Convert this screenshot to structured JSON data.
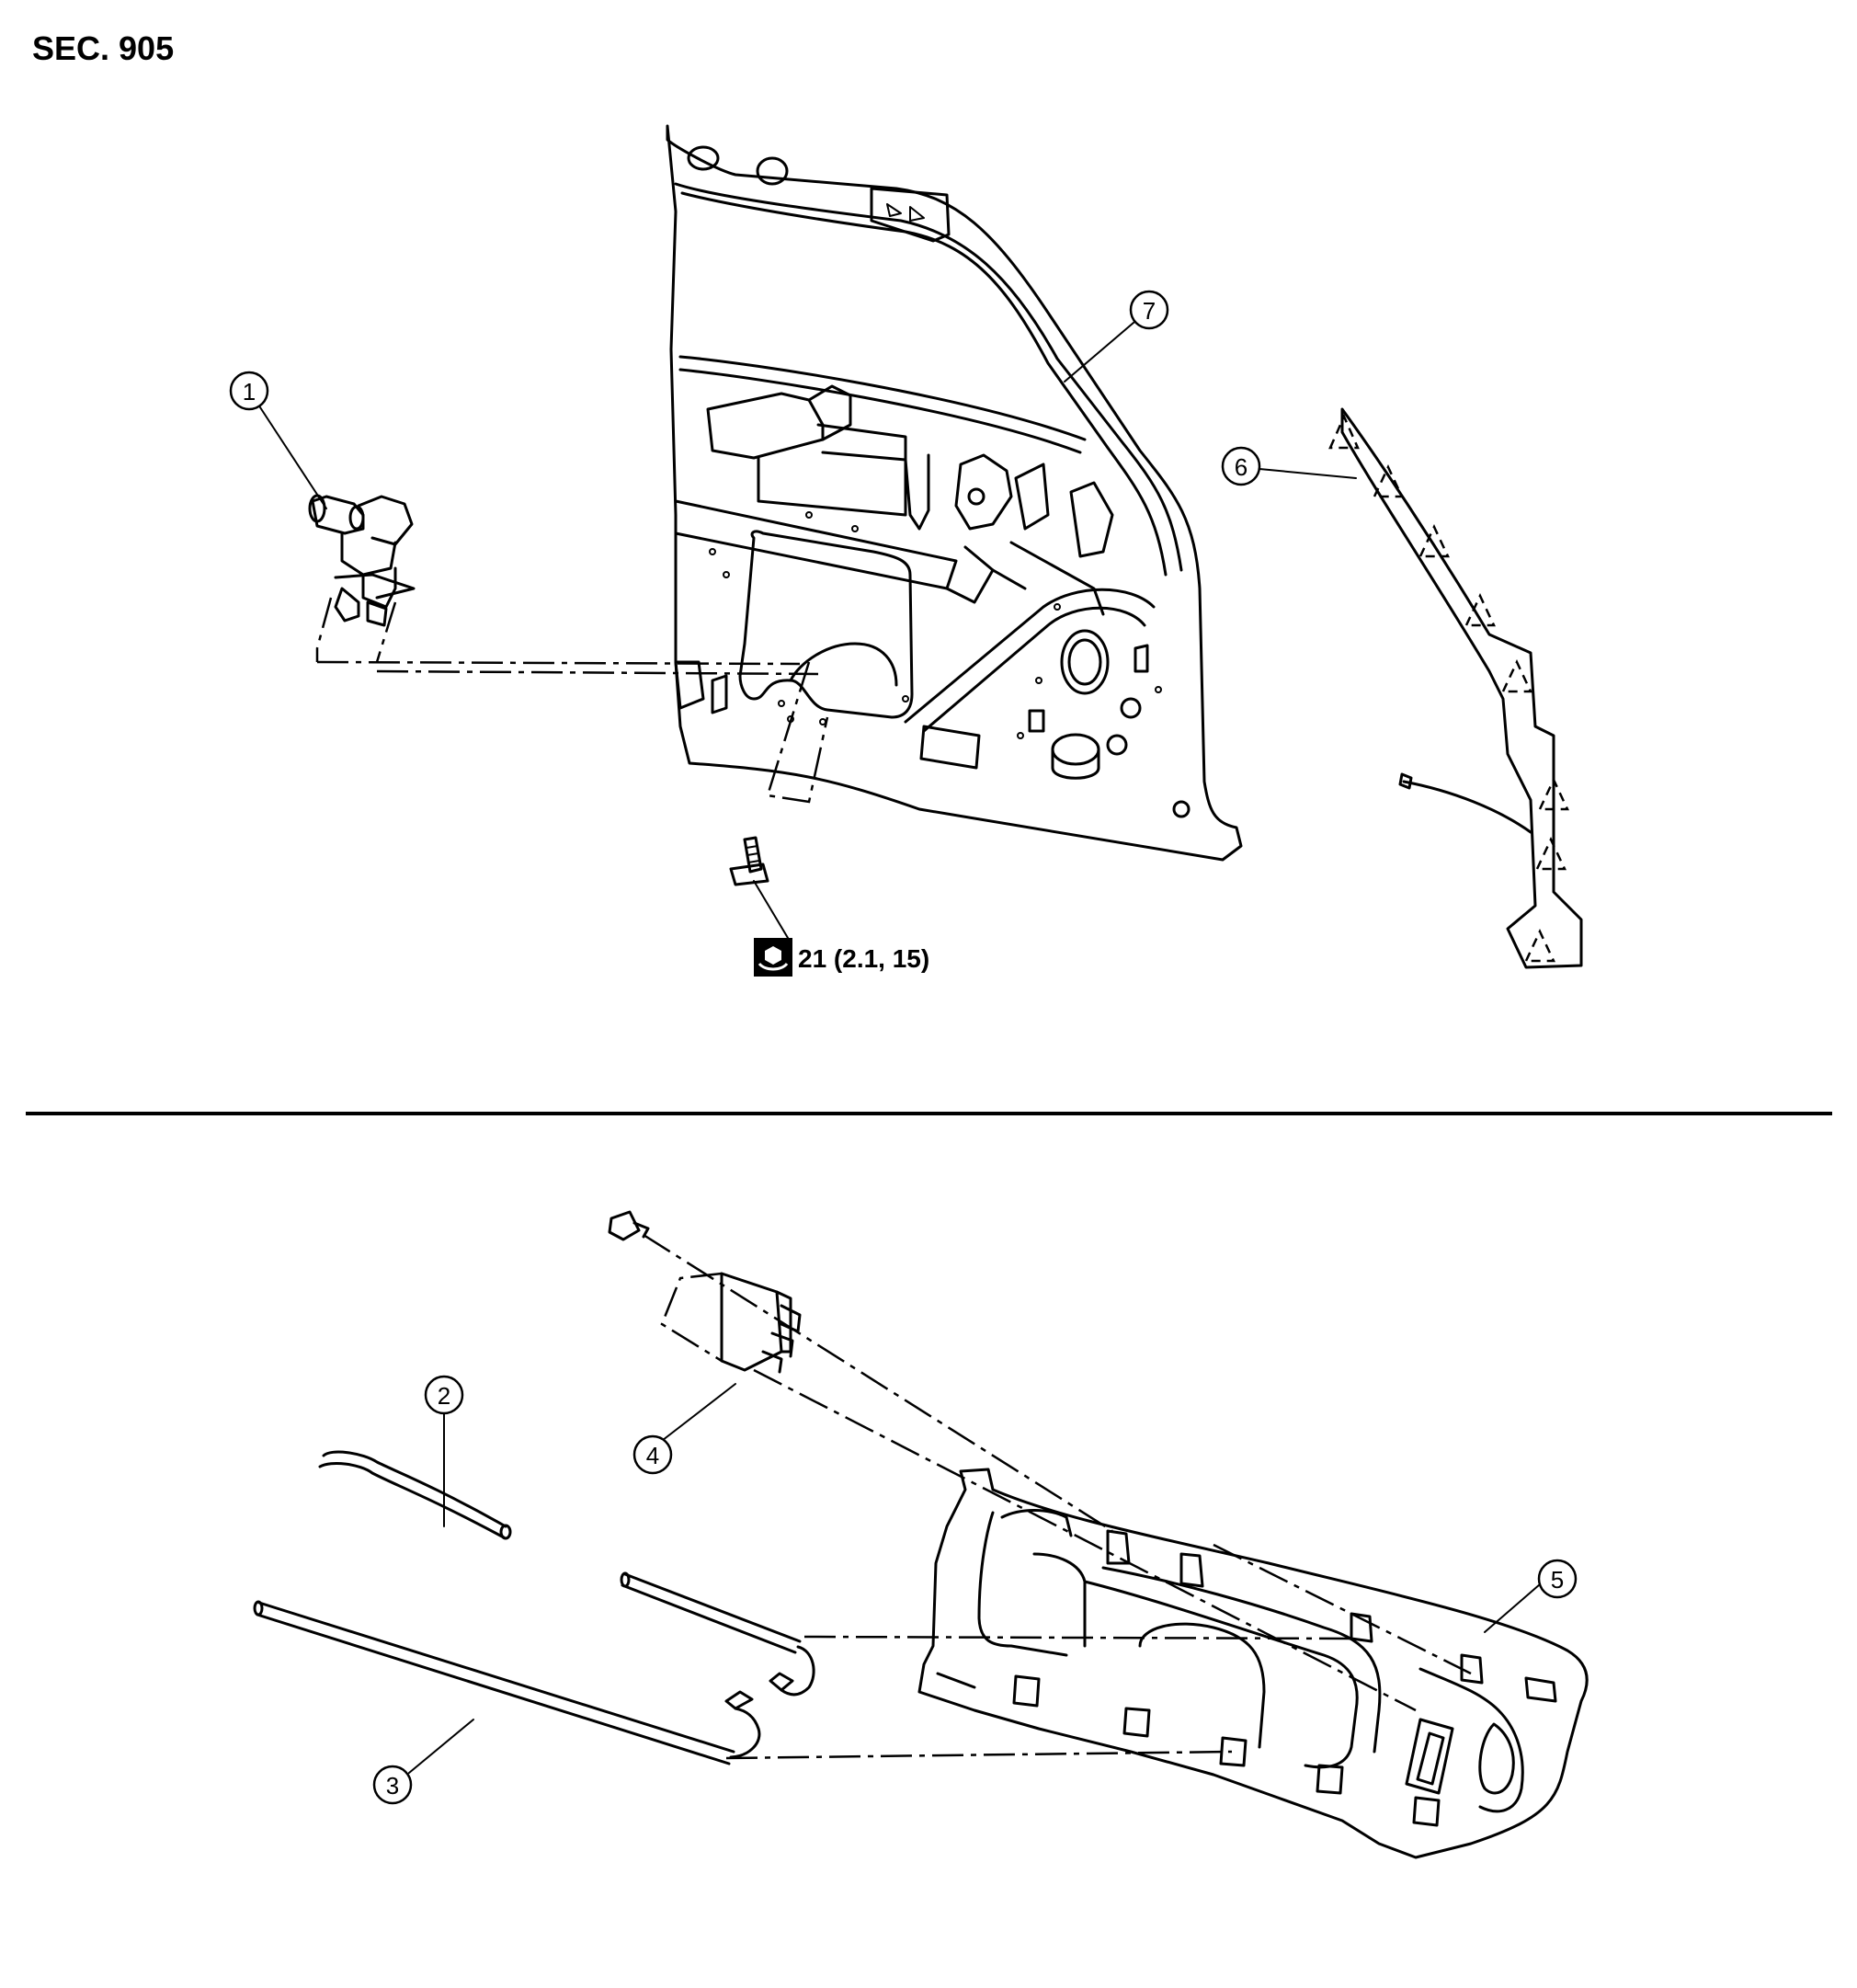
{
  "section_label": "SEC. 905",
  "torque_spec": "21 (2.1, 15)",
  "callouts": [
    {
      "id": "1",
      "label": "1"
    },
    {
      "id": "2",
      "label": "2"
    },
    {
      "id": "3",
      "label": "3"
    },
    {
      "id": "4",
      "label": "4"
    },
    {
      "id": "5",
      "label": "5"
    },
    {
      "id": "6",
      "label": "6"
    },
    {
      "id": "7",
      "label": "7"
    }
  ],
  "icons": {
    "torque": "wrench-torque-icon"
  },
  "colors": {
    "line": "#000000",
    "background": "#ffffff"
  }
}
